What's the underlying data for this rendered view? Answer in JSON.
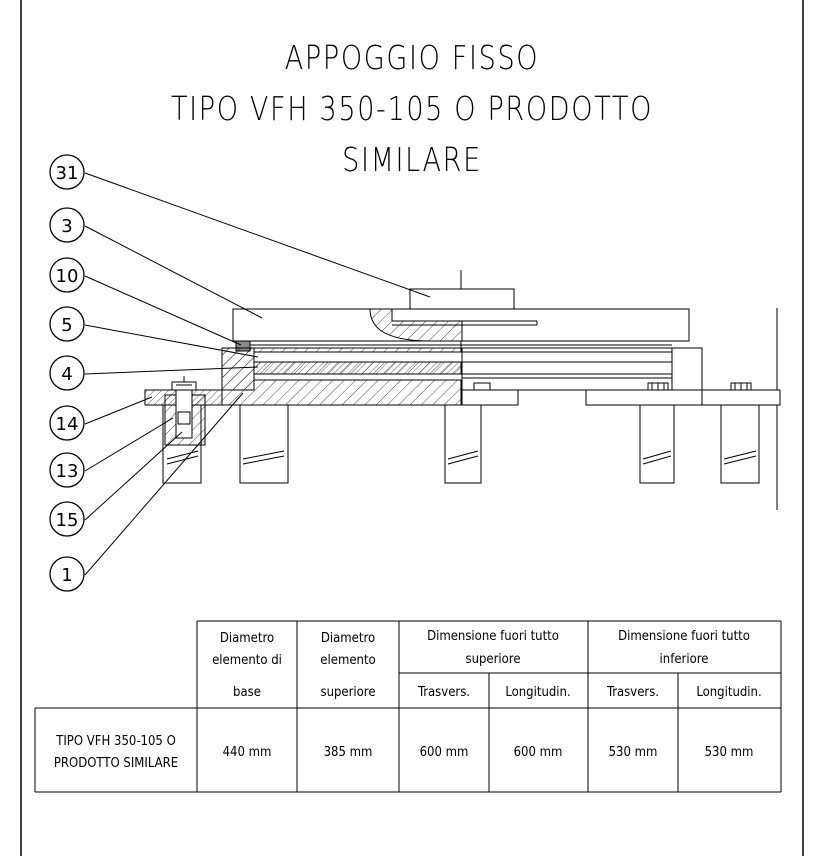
{
  "title": {
    "line1": "APPOGGIO FISSO",
    "line2": "TIPO VFH 350-105 O PRODOTTO",
    "line3": "SIMILARE"
  },
  "callouts": [
    "31",
    "3",
    "10",
    "5",
    "4",
    "14",
    "13",
    "15",
    "1"
  ],
  "table": {
    "headers": {
      "col1": [
        "Diametro",
        "elemento di",
        "base"
      ],
      "col2": [
        "Diametro",
        "elemento",
        "superiore"
      ],
      "group_sup": [
        "Dimensione fuori tutto",
        "superiore"
      ],
      "group_inf": [
        "Dimensione fuori tutto",
        "inferiore"
      ],
      "sub": [
        "Trasvers.",
        "Longitudin.",
        "Trasvers.",
        "Longitudin."
      ]
    },
    "row": {
      "label": [
        "TIPO VFH 350-105 O",
        "PRODOTTO SIMILARE"
      ],
      "values": [
        "440 mm",
        "385 mm",
        "600 mm",
        "600 mm",
        "530 mm",
        "530 mm"
      ]
    }
  }
}
